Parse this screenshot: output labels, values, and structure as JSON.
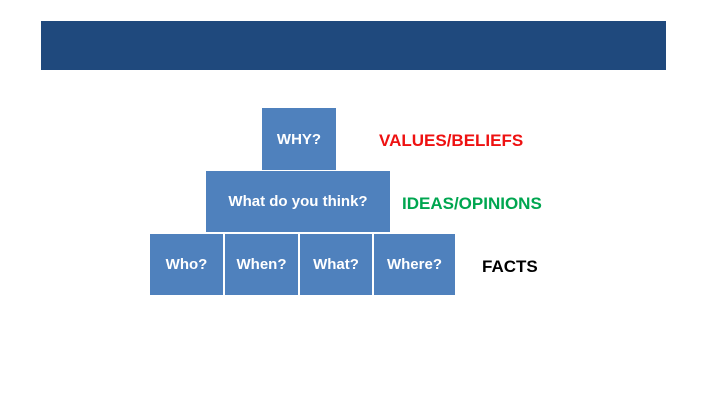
{
  "pyramid": {
    "top": "WHY?",
    "middle": "What do you think?",
    "bottom": [
      "Who?",
      "When?",
      "What?",
      "Where?"
    ]
  },
  "labels": {
    "top": {
      "text": "VALUES/BELIEFS",
      "color": "#ee1111"
    },
    "middle": {
      "text": "IDEAS/OPINIONS",
      "color": "#00a650"
    },
    "bottom": {
      "text": "FACTS",
      "color": "#000000"
    }
  },
  "colors": {
    "header": "#1f497d",
    "box": "#4f81bd"
  }
}
